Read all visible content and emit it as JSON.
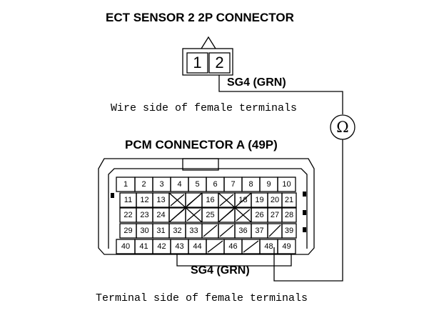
{
  "ect_connector": {
    "title": "ECT SENSOR 2 2P CONNECTOR",
    "pins": [
      "1",
      "2"
    ],
    "wire_label": "SG4 (GRN)",
    "view_caption": "Wire side of female terminals"
  },
  "meter": {
    "symbol": "Ω"
  },
  "pcm_connector": {
    "title": "PCM CONNECTOR A (49P)",
    "wire_label": "SG4 (GRN)",
    "view_caption": "Terminal side of female terminals",
    "rows": [
      [
        "1",
        "2",
        "3",
        "4",
        "5",
        "6",
        "7",
        "8",
        "9",
        "10"
      ],
      [
        "11",
        "12",
        "13",
        "",
        "",
        "16",
        "",
        "18",
        "19",
        "20",
        "21"
      ],
      [
        "22",
        "23",
        "24",
        "",
        "",
        "25",
        "",
        "",
        "26",
        "27",
        "28"
      ],
      [
        "29",
        "30",
        "31",
        "32",
        "33",
        "",
        "",
        "36",
        "37",
        "",
        "39"
      ],
      [
        "40",
        "41",
        "42",
        "43",
        "44",
        "",
        "46",
        "",
        "48",
        "49"
      ]
    ]
  },
  "colors": {
    "line": "#000000",
    "background": "#ffffff"
  }
}
